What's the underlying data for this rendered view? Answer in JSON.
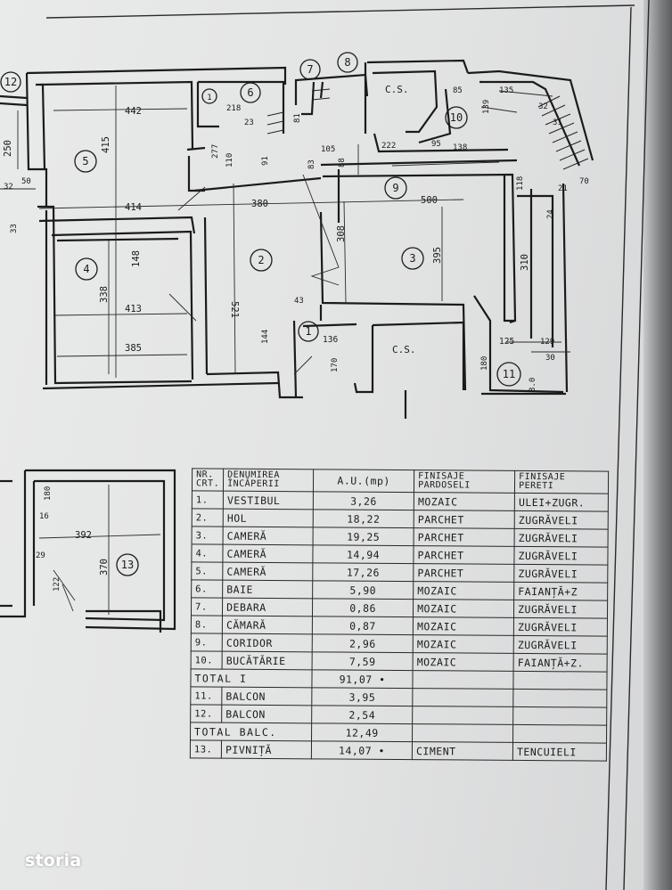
{
  "plan": {
    "room_markers": [
      {
        "n": "12"
      },
      {
        "n": "1"
      },
      {
        "n": "6"
      },
      {
        "n": "7"
      },
      {
        "n": "8"
      },
      {
        "n": "10"
      },
      {
        "n": "5"
      },
      {
        "n": "9"
      },
      {
        "n": "4"
      },
      {
        "n": "2"
      },
      {
        "n": "3"
      },
      {
        "n": "1"
      },
      {
        "n": "11"
      },
      {
        "n": "13"
      }
    ],
    "dims": [
      "442",
      "415",
      "250",
      "32",
      "50",
      "33",
      "414",
      "380",
      "500",
      "218",
      "277",
      "110",
      "395",
      "308",
      "521",
      "148",
      "338",
      "413",
      "385",
      "144",
      "136",
      "170",
      "125",
      "180",
      "129",
      "30",
      "310",
      "118",
      "85",
      "135",
      "139",
      "95",
      "138",
      "222",
      "105",
      "88",
      "83",
      "81",
      "23",
      "91",
      "31",
      "24",
      "3.0",
      "43",
      "21",
      "32",
      "70",
      "392",
      "370",
      "180",
      "16",
      "29",
      "122"
    ],
    "cs_labels": [
      "C.S.",
      "C.S."
    ]
  },
  "table": {
    "header": {
      "nr": [
        "NR.",
        "CRT."
      ],
      "name": [
        "DENUMIREA",
        "ÎNCĂPERII"
      ],
      "area": "A.U.(mp)",
      "floor": [
        "FINISAJE",
        "PARDOSELI"
      ],
      "wall": [
        "FINISAJE",
        "PERETI"
      ]
    },
    "rows": [
      {
        "nr": "1.",
        "name": "VESTIBUL",
        "area": "3,26",
        "floor": "MOZAIC",
        "wall": "ULEI+ZUGR."
      },
      {
        "nr": "2.",
        "name": "HOL",
        "area": "18,22",
        "floor": "PARCHET",
        "wall": "ZUGRĂVELI"
      },
      {
        "nr": "3.",
        "name": "CAMERĂ",
        "area": "19,25",
        "floor": "PARCHET",
        "wall": "ZUGRĂVELI"
      },
      {
        "nr": "4.",
        "name": "CAMERĂ",
        "area": "14,94",
        "floor": "PARCHET",
        "wall": "ZUGRĂVELI"
      },
      {
        "nr": "5.",
        "name": "CAMERĂ",
        "area": "17,26",
        "floor": "PARCHET",
        "wall": "ZUGRĂVELI"
      },
      {
        "nr": "6.",
        "name": "BAIE",
        "area": "5,90",
        "floor": "MOZAIC",
        "wall": "FAIANȚĂ+Z"
      },
      {
        "nr": "7.",
        "name": "DEBARA",
        "area": "0,86",
        "floor": "MOZAIC",
        "wall": "ZUGRĂVELI"
      },
      {
        "nr": "8.",
        "name": "CĂMARĂ",
        "area": "0,87",
        "floor": "MOZAIC",
        "wall": "ZUGRĂVELI"
      },
      {
        "nr": "9.",
        "name": "CORIDOR",
        "area": "2,96",
        "floor": "MOZAIC",
        "wall": "ZUGRĂVELI"
      },
      {
        "nr": "10.",
        "name": "BUCĂTĂRIE",
        "area": "7,59",
        "floor": "MOZAIC",
        "wall": "FAIANȚĂ+Z."
      }
    ],
    "total1": {
      "label": "TOTAL I",
      "area": "91,07 •"
    },
    "balcony_rows": [
      {
        "nr": "11.",
        "name": "BALCON",
        "area": "3,95"
      },
      {
        "nr": "12.",
        "name": "BALCON",
        "area": "2,54"
      }
    ],
    "total_balc": {
      "label": "TOTAL BALC.",
      "area": "12,49"
    },
    "cellar": {
      "nr": "13.",
      "name": "PIVNIȚĂ",
      "area": "14,07 •",
      "floor": "CIMENT",
      "wall": "TENCUIELI"
    }
  },
  "watermark": "storia",
  "colors": {
    "paper": "#e6e7e7",
    "ink": "#1a1a1a",
    "background": "#8d8f91"
  }
}
